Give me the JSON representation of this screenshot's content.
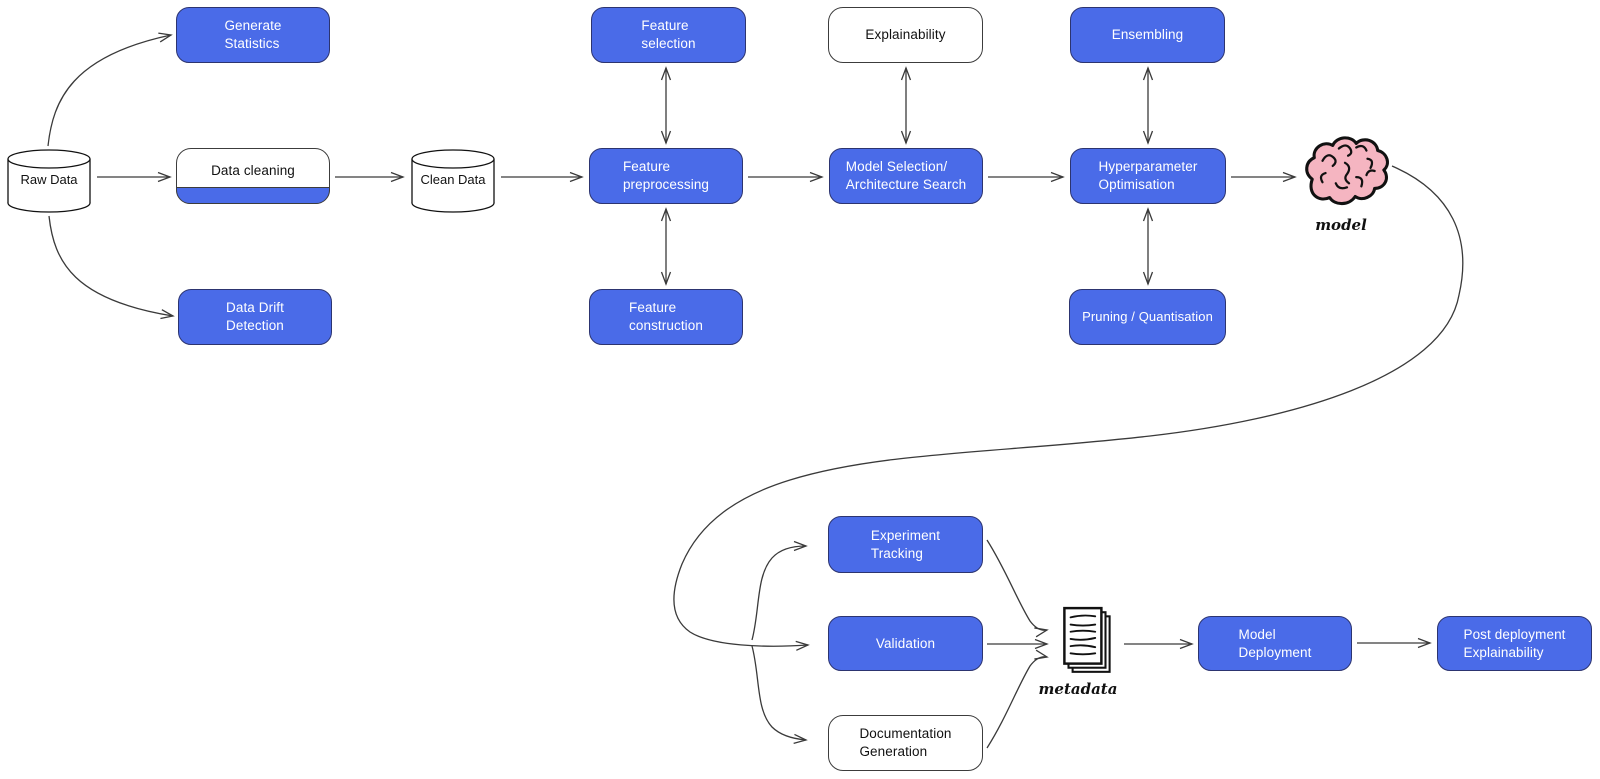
{
  "title": "ML pipeline diagram",
  "colors": {
    "box_fill_blue": "#4a6be8",
    "box_border_blue": "#2c3470",
    "box_fill_white": "#ffffff",
    "box_border_dark": "#3c3c3c",
    "arrow_stroke": "#3a3a3a",
    "text_on_blue": "#ffffff",
    "text_dark": "#111111",
    "brain_fill": "#f5b5c1",
    "icon_outline": "#111111"
  },
  "nodes": {
    "raw_data": {
      "label": "Raw Data"
    },
    "generate_statistics": {
      "label": "Generate\nStatistics"
    },
    "data_cleaning": {
      "label": "Data cleaning"
    },
    "data_drift_detection": {
      "label": "Data Drift\nDetection"
    },
    "clean_data": {
      "label": "Clean Data"
    },
    "feature_selection": {
      "label": "Feature\nselection"
    },
    "feature_preprocessing": {
      "label": "Feature\npreprocessing"
    },
    "feature_construction": {
      "label": "Feature\nconstruction"
    },
    "explainability": {
      "label": "Explainability"
    },
    "model_selection": {
      "label": "Model Selection/\nArchitecture Search"
    },
    "ensembling": {
      "label": "Ensembling"
    },
    "hyperparameter_optimisation": {
      "label": "Hyperparameter\nOptimisation"
    },
    "pruning_quantisation": {
      "label": "Pruning / Quantisation"
    },
    "experiment_tracking": {
      "label": "Experiment\nTracking"
    },
    "validation": {
      "label": "Validation"
    },
    "documentation_generation": {
      "label": "Documentation\nGeneration"
    },
    "model_deployment": {
      "label": "Model\nDeployment"
    },
    "post_deployment_explainability": {
      "label": "Post deployment\nExplainability"
    }
  },
  "annotations": {
    "model": "model",
    "metadata": "metadata"
  }
}
